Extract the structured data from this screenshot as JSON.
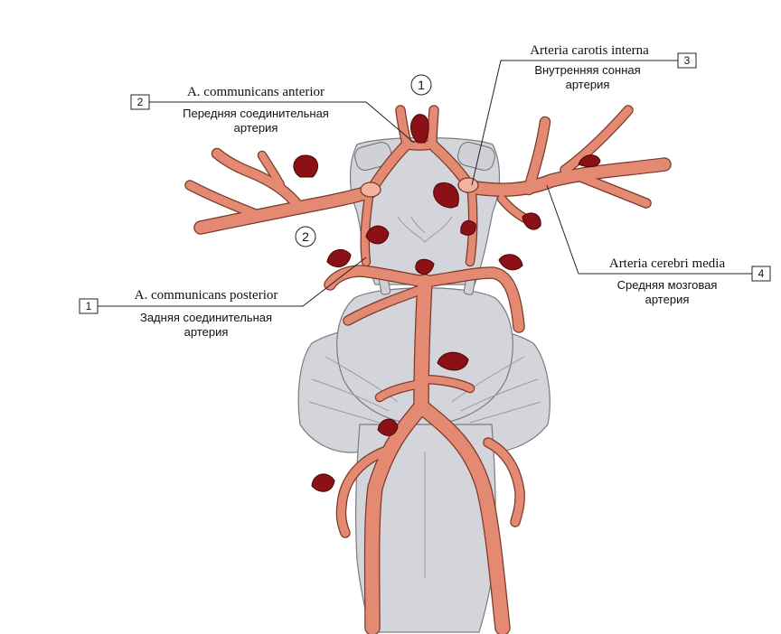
{
  "labels": {
    "l1": {
      "number": "1",
      "latin": "A. communicans posterior",
      "russian_line1": "Задняя соединительная",
      "russian_line2": "артерия"
    },
    "l2": {
      "number": "2",
      "latin": "A. communicans anterior",
      "russian_line1": "Передняя соединительная",
      "russian_line2": "артерия"
    },
    "l3": {
      "number": "3",
      "latin": "Arteria carotis interna",
      "russian_line1": "Внутренняя сонная",
      "russian_line2": "артерия"
    },
    "l4": {
      "number": "4",
      "latin": "Arteria cerebri media",
      "russian_line1": "Средняя мозговая",
      "russian_line2": "артерия"
    }
  },
  "circled_markers": {
    "m1": "1",
    "m2": "2"
  },
  "colors": {
    "artery_fill": "#e48a73",
    "artery_outline": "#7a3a2a",
    "aneurysm": "#8c1116",
    "tissue": "#d3d5db"
  }
}
